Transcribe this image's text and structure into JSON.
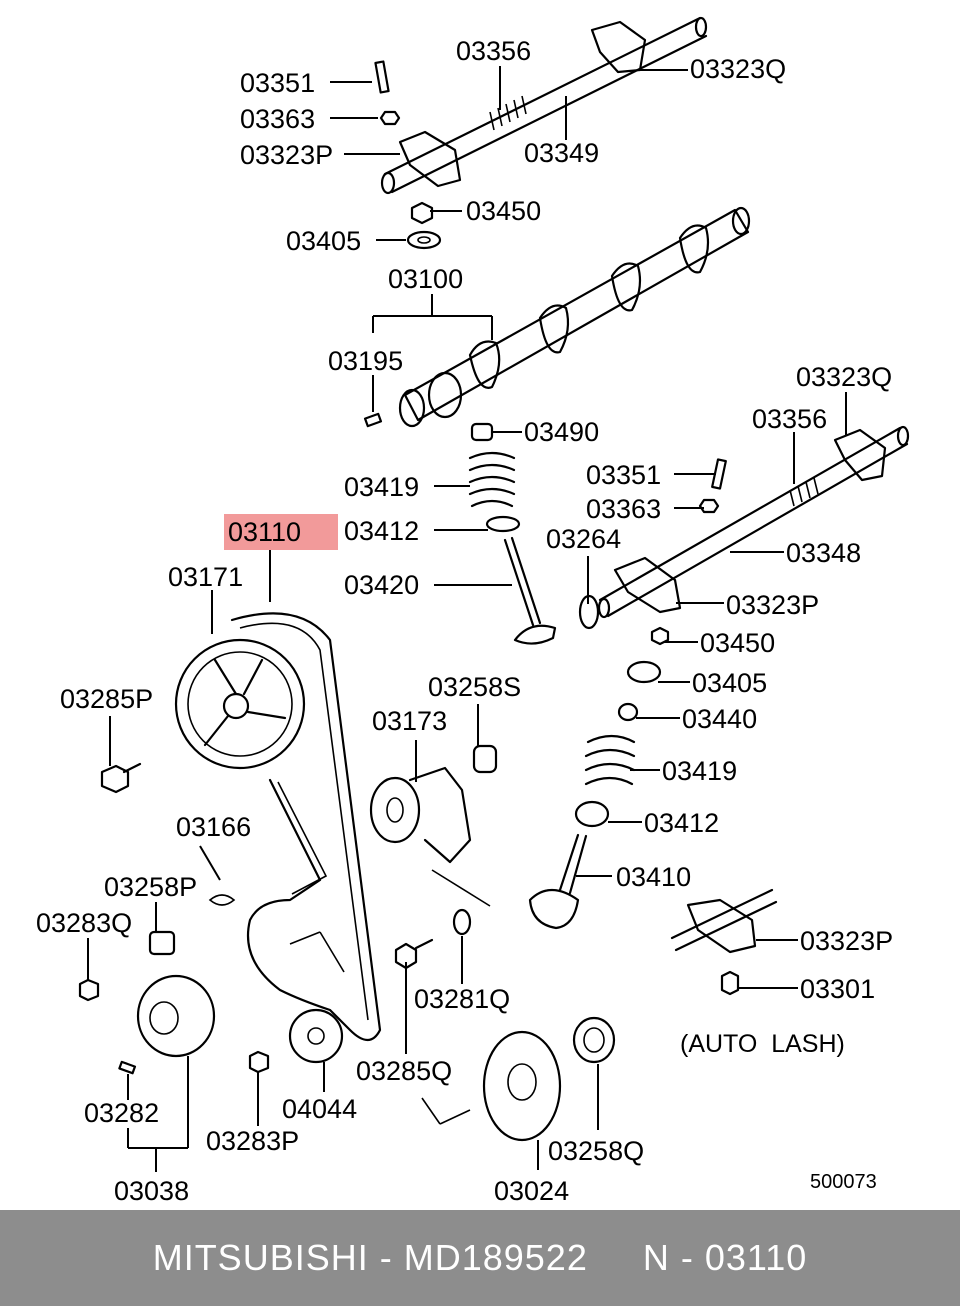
{
  "highlight_color": "#f29a9a",
  "footer": {
    "brand": "MITSUBISHI",
    "sep1": " - ",
    "part_no": "MD189522",
    "gap": "     ",
    "ref": "N - 03110"
  },
  "labels": {
    "l03351a": "03351",
    "l03356a": "03356",
    "l03323Qa": "03323Q",
    "l03363a": "03363",
    "l03349": "03349",
    "l03323Pa": "03323P",
    "l03450a": "03450",
    "l03405a": "03405",
    "l03100": "03100",
    "l03195": "03195",
    "l03490": "03490",
    "l03419a": "03419",
    "l03110": "03110",
    "l03412a": "03412",
    "l03420": "03420",
    "l03171": "03171",
    "l03323Qb": "03323Q",
    "l03356b": "03356",
    "l03351b": "03351",
    "l03363b": "03363",
    "l03264": "03264",
    "l03348": "03348",
    "l03323Pb": "03323P",
    "l03450b": "03450",
    "l03405b": "03405",
    "l03440": "03440",
    "l03419b": "03419",
    "l03412b": "03412",
    "l03410": "03410",
    "l03323Pc": "03323P",
    "l03301": "03301",
    "auto_lash": "(AUTO  LASH)",
    "l03285P": "03285P",
    "l03258S": "03258S",
    "l03173": "03173",
    "l03166": "03166",
    "l03258P": "03258P",
    "l03283Q": "03283Q",
    "l03282": "03282",
    "l03038": "03038",
    "l03283P": "03283P",
    "l04044": "04044",
    "l03285Q": "03285Q",
    "l03281Q": "03281Q",
    "l03024": "03024",
    "l03258Q": "03258Q",
    "drawing_no": "500073"
  }
}
